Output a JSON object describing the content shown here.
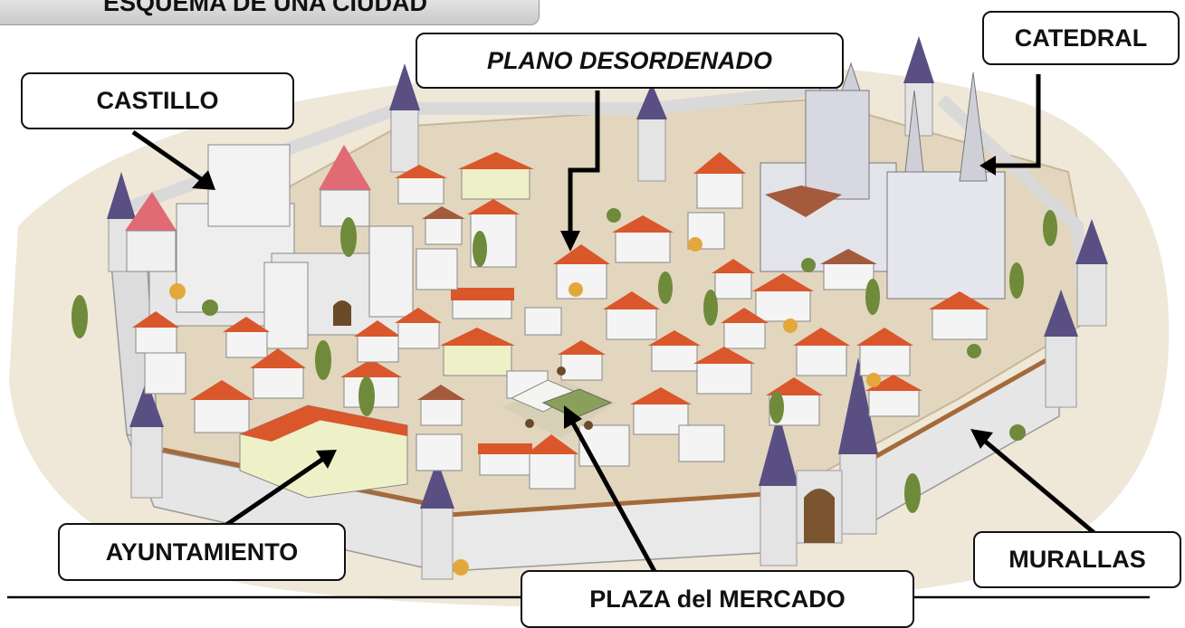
{
  "title": "ESQUEMA DE UNA CIUDAD",
  "labels": {
    "castillo": "CASTILLO",
    "plano": "PLANO DESORDENADO",
    "catedral": "CATEDRAL",
    "ayuntamiento": "AYUNTAMIENTO",
    "plaza": "PLAZA del MERCADO",
    "murallas": "MURALLAS"
  },
  "colors": {
    "ground": "#e2d6bf",
    "wall": "#e6e6e6",
    "roof_red": "#d9572b",
    "spire": "#5a4f82",
    "tree": "#6f8a3a"
  }
}
